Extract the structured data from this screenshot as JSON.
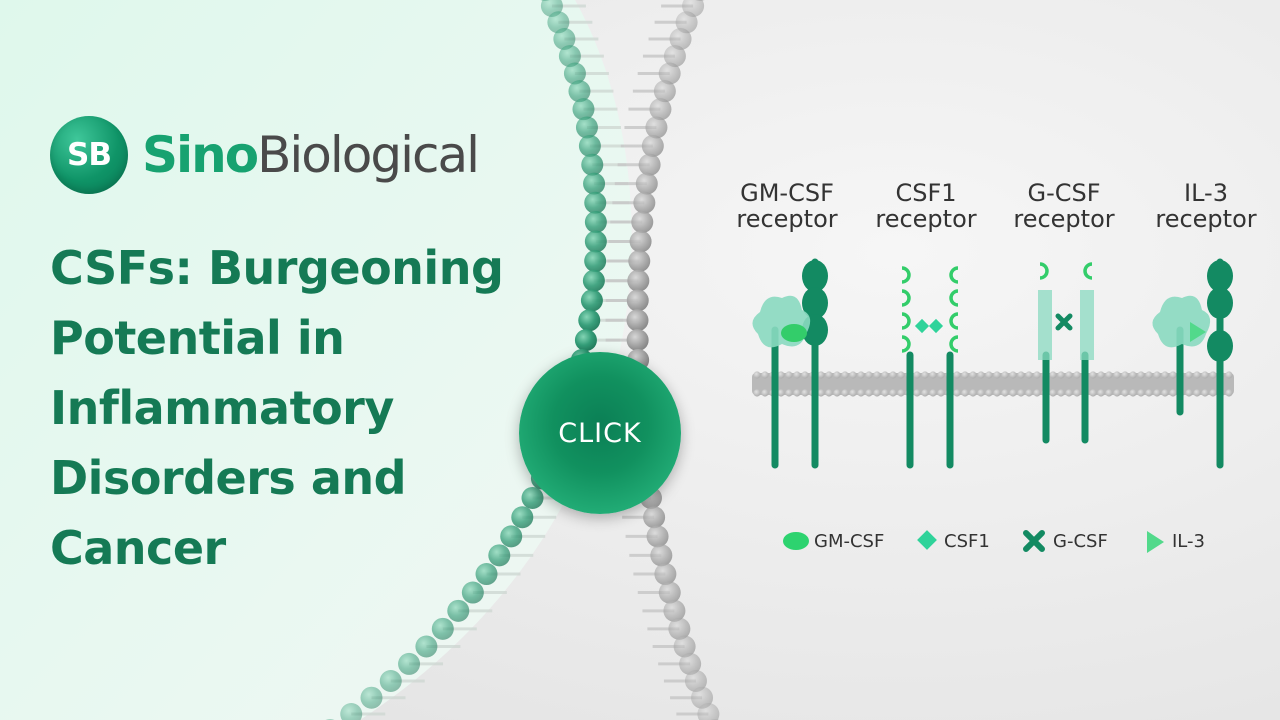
{
  "logo": {
    "badge": "SB",
    "word_a": "Sino",
    "word_b": "Biological"
  },
  "headline": "CSFs: Burgeoning\nPotential in\nInflammatory\nDisorders and\nCancer",
  "cta": {
    "label": "CLICK"
  },
  "receptors": [
    {
      "title": "GM-CSF\nreceptor",
      "bound_ligand": "GM-CSF"
    },
    {
      "title": "CSF1\nreceptor",
      "bound_ligand": "CSF1"
    },
    {
      "title": "G-CSF\nreceptor",
      "bound_ligand": "G-CSF"
    },
    {
      "title": "IL-3\nreceptor",
      "bound_ligand": "IL-3"
    }
  ],
  "legend": [
    {
      "label": "GM-CSF",
      "symbol": "ellipse",
      "color": "#2dd36f"
    },
    {
      "label": "CSF1",
      "symbol": "diamond",
      "color": "#2fd39a"
    },
    {
      "label": "G-CSF",
      "symbol": "cross",
      "color": "#138a62"
    },
    {
      "label": "IL-3",
      "symbol": "triangle",
      "color": "#52d98b"
    }
  ],
  "colors": {
    "brand_green": "#17a270",
    "headline_green": "#157a55",
    "logo_gray": "#4a4a4a",
    "receptor_dark": "#138a62",
    "receptor_bright": "#33cd6a",
    "receptor_pale": "#8ad9c0",
    "membrane": "#b9b9b9"
  }
}
